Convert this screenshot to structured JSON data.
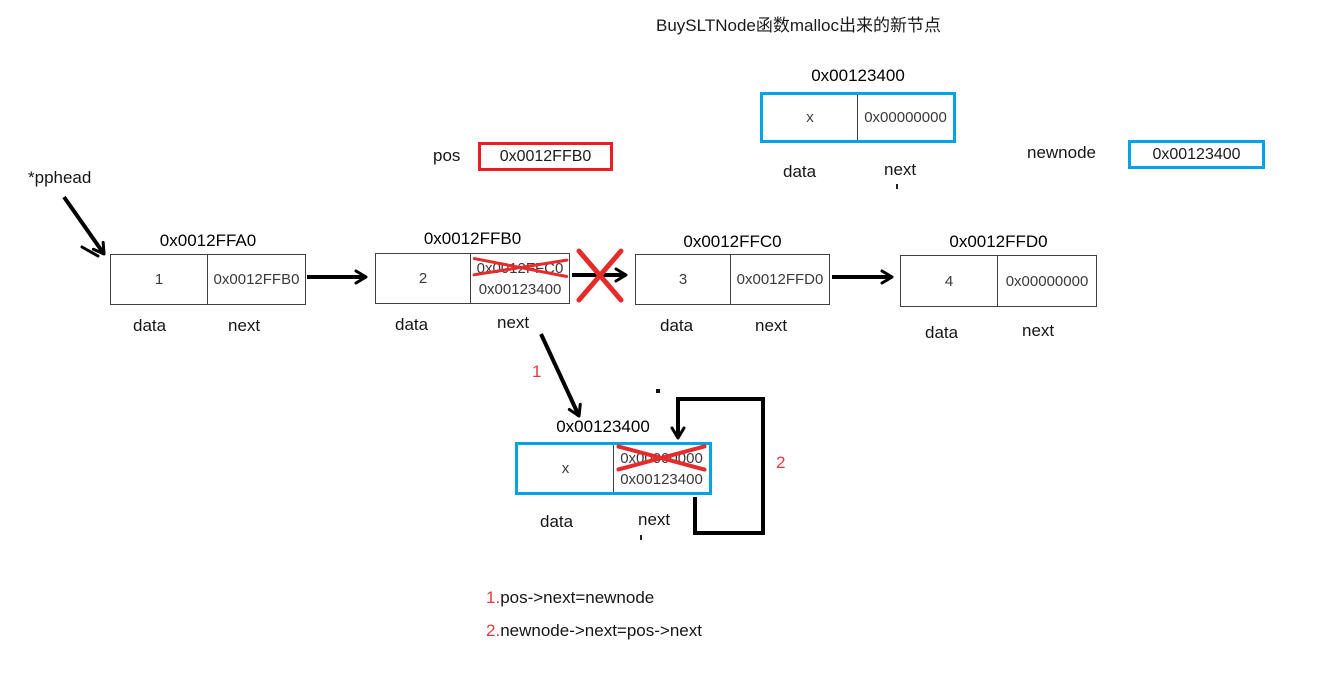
{
  "title": "BuySLTNode函数malloc出来的新节点",
  "pointers": {
    "pphead_label": "*pphead",
    "pos_label": "pos",
    "pos_value": "0x0012FFB0",
    "newnode_label": "newnode",
    "newnode_value": "0x00123400"
  },
  "field_labels": {
    "data": "data",
    "next": "next"
  },
  "malloc_node": {
    "address": "0x00123400",
    "data": "x",
    "next": "0x00000000"
  },
  "list_nodes": [
    {
      "address": "0x0012FFA0",
      "data": "1",
      "next": "0x0012FFB0"
    },
    {
      "address": "0x0012FFB0",
      "data": "2",
      "next_old": "0x0012FFC0",
      "next_new": "0x00123400"
    },
    {
      "address": "0x0012FFC0",
      "data": "3",
      "next": "0x0012FFD0"
    },
    {
      "address": "0x0012FFD0",
      "data": "4",
      "next": "0x00000000"
    }
  ],
  "inserted_node": {
    "address": "0x00123400",
    "data": "x",
    "next_old": "0x00000000",
    "next_new": "0x00123400"
  },
  "step_markers": {
    "one": "1",
    "two": "2"
  },
  "steps": [
    {
      "num": "1.",
      "code": "pos->next=newnode"
    },
    {
      "num": "2.",
      "code": "newnode->next=pos->next"
    }
  ],
  "colors": {
    "node_highlight": "#00a2e8",
    "pos_highlight": "#ed1c24",
    "cross": "#e62b2b",
    "step_red": "#e23b3b"
  }
}
